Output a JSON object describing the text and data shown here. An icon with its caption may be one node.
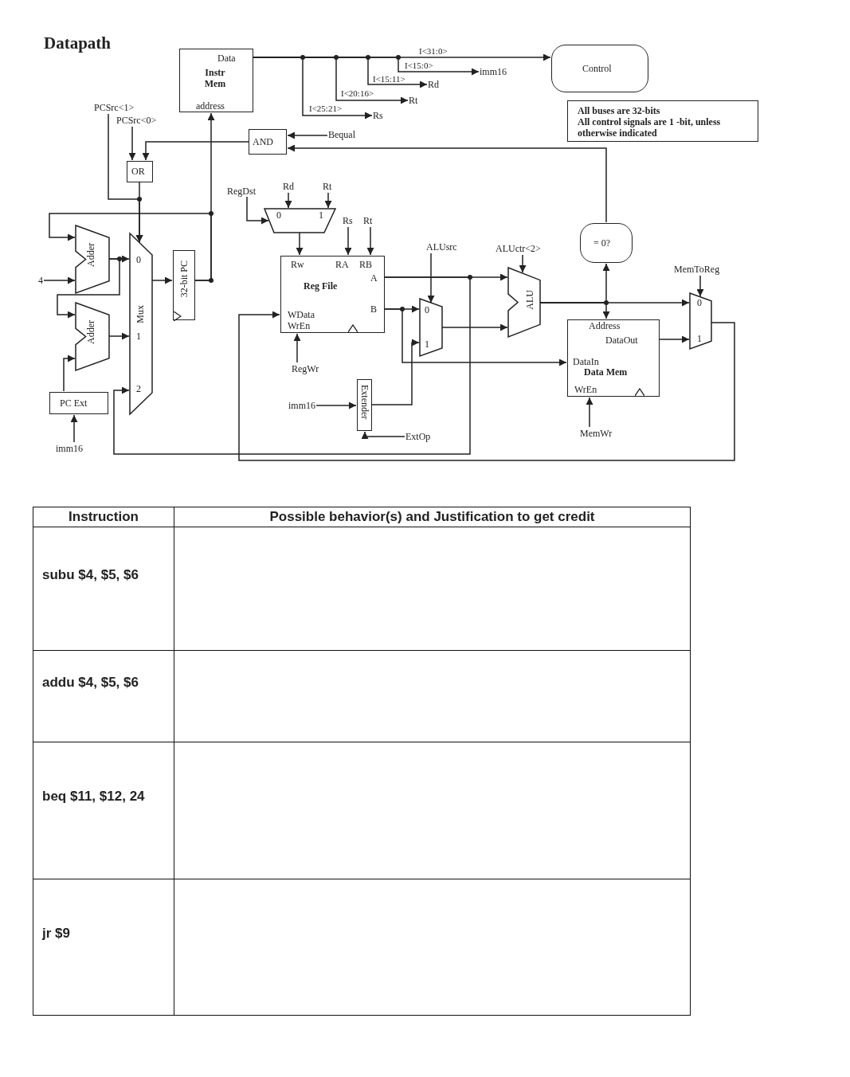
{
  "diagram": {
    "title": "Datapath",
    "nodes": [
      {
        "text": [
          "Data",
          "Instr Mem",
          "address"
        ]
      },
      {
        "text": [
          "Control"
        ]
      },
      {
        "text": [
          "All buses are 32-bits",
          "All control signals are 1 -bit, unless otherwise indicated"
        ]
      },
      {
        "text": [
          "AND"
        ]
      },
      {
        "text": [
          "OR"
        ]
      },
      {
        "text": [
          "Adder"
        ]
      },
      {
        "text": [
          "Adder"
        ]
      },
      {
        "text": [
          "PC Ext"
        ]
      },
      {
        "text": [
          "0",
          "Mux",
          "1",
          "2"
        ]
      },
      {
        "text": [
          "32-bit PC"
        ]
      },
      {
        "text": [
          "0",
          "1"
        ]
      },
      {
        "text": [
          "Rw",
          "RA",
          "RB",
          "A",
          "Reg File",
          "B",
          "WData",
          "WrEn"
        ]
      },
      {
        "text": [
          "0",
          "1"
        ]
      },
      {
        "text": [
          "ALU"
        ]
      },
      {
        "text": [
          "= 0?"
        ]
      },
      {
        "text": [
          "Address",
          "DataOut",
          "DataIn",
          "Data Mem",
          "WrEn"
        ]
      },
      {
        "text": [
          "0",
          "1"
        ]
      },
      {
        "text": [
          "Extender"
        ]
      },
      {
        "text": [
          "4"
        ]
      },
      {
        "text": [
          "imm16"
        ]
      },
      {
        "text": [
          "PCSrc<1>"
        ]
      },
      {
        "text": [
          "PCSrc<0>"
        ]
      },
      {
        "text": [
          "Bequal"
        ]
      },
      {
        "text": [
          "Rs"
        ]
      },
      {
        "text": [
          "Rt"
        ]
      },
      {
        "text": [
          "Rd"
        ]
      },
      {
        "text": [
          "imm16"
        ]
      },
      {
        "text": [
          "RegDst"
        ]
      },
      {
        "text": [
          "Rd"
        ]
      },
      {
        "text": [
          "Rt"
        ]
      },
      {
        "text": [
          "Rs"
        ]
      },
      {
        "text": [
          "Rt"
        ]
      },
      {
        "text": [
          "RegWr"
        ]
      },
      {
        "text": [
          "imm16"
        ]
      },
      {
        "text": [
          "ExtOp"
        ]
      },
      {
        "text": [
          "ALUsrc"
        ]
      },
      {
        "text": [
          "ALUctr<2>"
        ]
      },
      {
        "text": [
          "MemWr"
        ]
      },
      {
        "text": [
          "MemToReg"
        ]
      }
    ],
    "edges": [
      {
        "from": 0,
        "to": 1,
        "arrow": "to",
        "label": "I<31:0>"
      },
      {
        "from": 0,
        "to": 26,
        "arrow": "to",
        "label": "I<15:0>"
      },
      {
        "from": 0,
        "to": 25,
        "arrow": "to",
        "label": "I<15:11>"
      },
      {
        "from": 0,
        "to": 24,
        "arrow": "to",
        "label": "I<20:16>"
      },
      {
        "from": 0,
        "to": 23,
        "arrow": "to",
        "label": "I<25:21>"
      },
      {
        "from": 22,
        "to": 3,
        "arrow": "to"
      },
      {
        "from": 14,
        "to": 3,
        "arrow": "to"
      },
      {
        "from": 21,
        "to": 4,
        "arrow": "to"
      },
      {
        "from": 3,
        "to": 4,
        "arrow": "to"
      },
      {
        "from": 20,
        "to": 8,
        "arrow": "to"
      },
      {
        "from": 4,
        "to": 8,
        "arrow": "to"
      },
      {
        "from": 9,
        "to": 0,
        "arrow": "to"
      },
      {
        "from": 9,
        "to": 5,
        "arrow": "to"
      },
      {
        "from": 18,
        "to": 5,
        "arrow": "to"
      },
      {
        "from": 5,
        "to": 8,
        "arrow": "to"
      },
      {
        "from": 5,
        "to": 6,
        "arrow": "to"
      },
      {
        "from": 7,
        "to": 6,
        "arrow": "to"
      },
      {
        "from": 19,
        "to": 7,
        "arrow": "to"
      },
      {
        "from": 6,
        "to": 8,
        "arrow": "to"
      },
      {
        "from": 8,
        "to": 9,
        "arrow": "to"
      },
      {
        "from": 11,
        "to": 8,
        "arrow": "to"
      },
      {
        "from": 27,
        "to": 10,
        "arrow": "to"
      },
      {
        "from": 28,
        "to": 10,
        "arrow": "to"
      },
      {
        "from": 29,
        "to": 10,
        "arrow": "to"
      },
      {
        "from": 10,
        "to": 11,
        "arrow": "to"
      },
      {
        "from": 30,
        "to": 11,
        "arrow": "to"
      },
      {
        "from": 31,
        "to": 11,
        "arrow": "to"
      },
      {
        "from": 32,
        "to": 11,
        "arrow": "to"
      },
      {
        "from": 11,
        "to": 13,
        "arrow": "to"
      },
      {
        "from": 11,
        "to": 12,
        "arrow": "to"
      },
      {
        "from": 11,
        "to": 15,
        "arrow": "to"
      },
      {
        "from": 33,
        "to": 17,
        "arrow": "to"
      },
      {
        "from": 34,
        "to": 17,
        "arrow": "to"
      },
      {
        "from": 17,
        "to": 12,
        "arrow": "to"
      },
      {
        "from": 35,
        "to": 12,
        "arrow": "to"
      },
      {
        "from": 12,
        "to": 13,
        "arrow": "to"
      },
      {
        "from": 36,
        "to": 13,
        "arrow": "to"
      },
      {
        "from": 13,
        "to": 14,
        "arrow": "to"
      },
      {
        "from": 13,
        "to": 15,
        "arrow": "to"
      },
      {
        "from": 13,
        "to": 16,
        "arrow": "to"
      },
      {
        "from": 15,
        "to": 16,
        "arrow": "to"
      },
      {
        "from": 37,
        "to": 15,
        "arrow": "to"
      },
      {
        "from": 38,
        "to": 16,
        "arrow": "to"
      },
      {
        "from": 16,
        "to": 11,
        "arrow": "to"
      }
    ],
    "labels": [
      "Instruction",
      "Possible behavior(s) and Justification to get credit",
      "subu $4, $5, $6",
      "addu $4, $5, $6",
      "beq $11, $12, 24",
      "jr $9"
    ]
  }
}
